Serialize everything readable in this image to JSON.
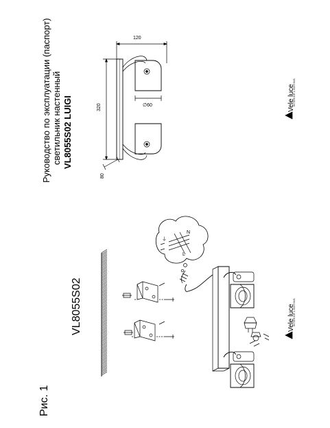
{
  "document": {
    "title_line1": "Руководство по эксплуатации (паспорт)",
    "title_line2": "светильник настенный",
    "title_line3": "VL8055S02 LUIGI",
    "model_label": "VL8055S02",
    "figure_label": "Рис. 1"
  },
  "dimensions": {
    "width": "120",
    "height": "320",
    "diameter": "∅60",
    "depth": "80"
  },
  "brand": {
    "name": "Vele luce",
    "tagline": "INTERIOR LIGHTING"
  },
  "wiring_labels": [
    "N",
    "L",
    "⏚"
  ]
}
